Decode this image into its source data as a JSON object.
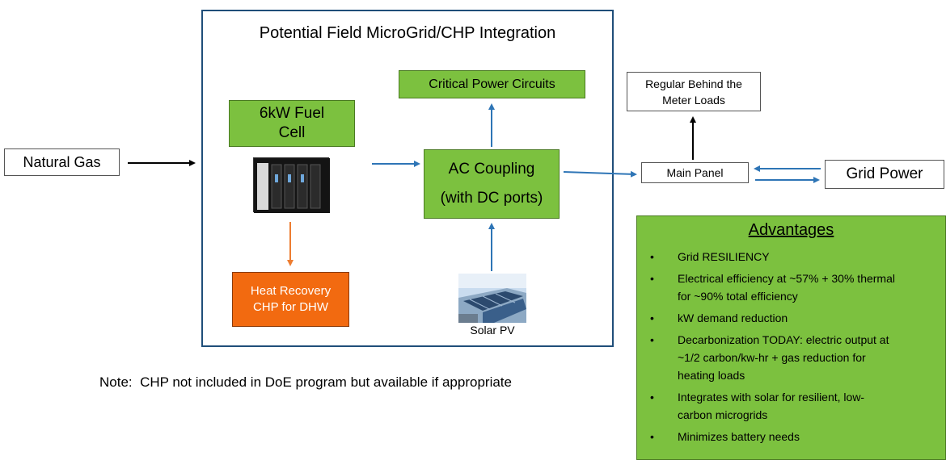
{
  "diagram": {
    "title": "Potential Field MicroGrid/CHP Integration",
    "natural_gas": "Natural Gas",
    "fuel_cell": "6kW Fuel\nCell",
    "critical_power": "Critical Power Circuits",
    "ac_coupling_line1": "AC Coupling",
    "ac_coupling_line2": "(with DC ports)",
    "heat_recovery": "Heat Recovery\nCHP for DHW",
    "solar_pv": "Solar PV",
    "regular_loads": "Regular Behind the\nMeter Loads",
    "main_panel": "Main Panel",
    "grid_power": "Grid Power",
    "note": "Note:  CHP not included in DoE program but available if appropriate"
  },
  "advantages": {
    "heading": "Advantages",
    "bullet": "•",
    "items": [
      "Grid RESILIENCY",
      "Electrical efficiency at ~57% + 30% thermal\nfor ~90% total efficiency",
      "kW demand reduction",
      "Decarbonization TODAY:  electric output at\n~1/2 carbon/kw-hr + gas reduction for\nheating loads",
      "Integrates with solar for resilient, low-\ncarbon microgrids",
      "Minimizes battery needs"
    ]
  },
  "colors": {
    "green": "#7cc13f",
    "orange": "#f26a10",
    "blue_arrow": "#2e75b6",
    "frame": "#1f4e79"
  }
}
